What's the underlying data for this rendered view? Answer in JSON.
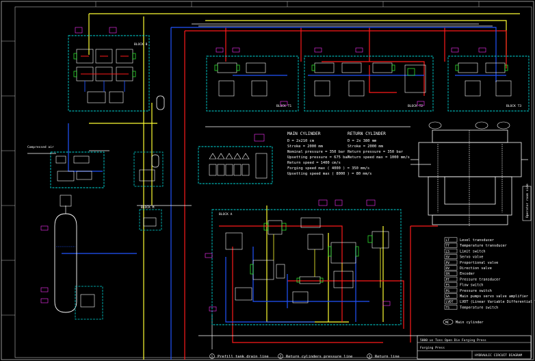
{
  "main_cylinder": {
    "title": "MAIN CYLINDER",
    "lines": [
      "D = 2x210 cm",
      "Stroke = 2000 mm",
      "Nominal pressure = 350 bar",
      "Upsetting pressure = 675 bar",
      "Return speed = 1400 cm/s",
      "Forging speed max ( 4000 ) = 350 mm/s",
      "Upsetting speed max ( 8000 ) = 80 mm/s"
    ]
  },
  "return_cylinder": {
    "title": "RETURN CYLINDER",
    "lines": [
      "D = 2x 380 mm",
      "Stroke = 2000 mm",
      "Return pressure = 350 bar",
      "Return speed max = 1000 mm/s"
    ]
  },
  "blocks": {
    "block_b": "BLOCK B",
    "block_t1": "BLOCK T1",
    "block_t2": "BLOCK T2",
    "block_t3": "BLOCK T3",
    "block_m": "BLOCK M",
    "block_a": "BLOCK A"
  },
  "compressed_air": "Compressed air",
  "operator_note": "Operator room side",
  "legend": {
    "items": [
      {
        "code": "LT",
        "text": "Level transducer"
      },
      {
        "code": "TT",
        "text": "Temperature transducer"
      },
      {
        "code": "LS",
        "text": "Limit switch"
      },
      {
        "code": "SV",
        "text": "Servo valve"
      },
      {
        "code": "PV",
        "text": "Proportional valve"
      },
      {
        "code": "DV",
        "text": "Direction valve"
      },
      {
        "code": "EN",
        "text": "Encoder"
      },
      {
        "code": "PT",
        "text": "Pressure transducer"
      },
      {
        "code": "FS",
        "text": "Flow switch"
      },
      {
        "code": "PS",
        "text": "Pressure switch"
      },
      {
        "code": "SA",
        "text": "Main pumps servo valve amplifier"
      },
      {
        "code": "LVDT",
        "text": "LVDT (Linear Variable Differential Transducer)"
      },
      {
        "code": "TS",
        "text": "Temperature switch"
      }
    ],
    "main_cylinder_symbol": "MC",
    "main_cylinder_text": "Main cylinder"
  },
  "bottom_notes": [
    {
      "num": "1",
      "text": "Prefill tank drain line"
    },
    {
      "num": "2",
      "text": "Return cylinders pressure line"
    },
    {
      "num": "3",
      "text": "Return line"
    }
  ],
  "title_block": {
    "line1": "5000 us Tons Open Die Forging Press",
    "line2": "Forging Press",
    "line3": "HYDRAULIC CIRCUIT DIAGRAM"
  },
  "colors": {
    "pressure": "#ff1a1a",
    "pilot": "#ffff33",
    "return": "#2255ff",
    "block": "#00d8d8",
    "component": "#ffffff",
    "frame": "#e8e8e8",
    "accent_green": "#33ff33",
    "accent_magenta": "#ff33ff"
  }
}
